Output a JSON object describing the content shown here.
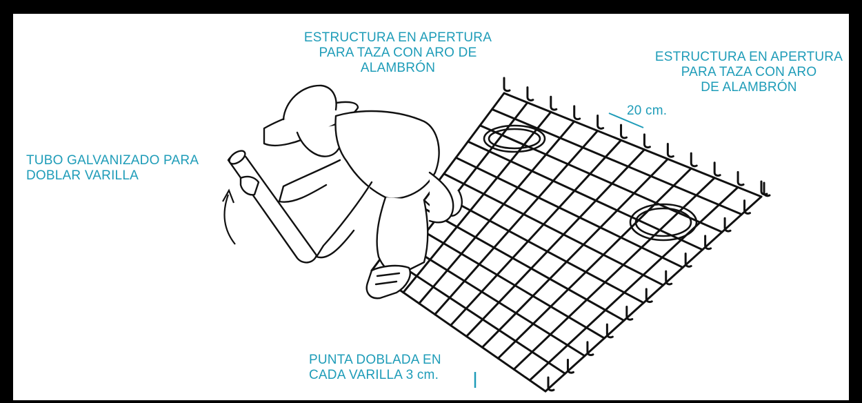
{
  "labels": {
    "top_center": [
      "ESTRUCTURA EN APERTURA",
      "PARA TAZA CON ARO DE",
      "ALAMBRÓN"
    ],
    "top_right": [
      "ESTRUCTURA EN APERTURA",
      "PARA TAZA CON ARO",
      "DE ALAMBRÓN"
    ],
    "spacing": "20 cm.",
    "left": [
      "TUBO GALVANIZADO PARA",
      "DOBLAR VARILLA"
    ],
    "bottom": [
      "PUNTA DOBLADA EN",
      "CADA VARILLA 3 cm."
    ]
  },
  "colors": {
    "label": "#1e9cb8",
    "frame": "#000000",
    "background": "#ffffff",
    "ink": "#111111"
  }
}
